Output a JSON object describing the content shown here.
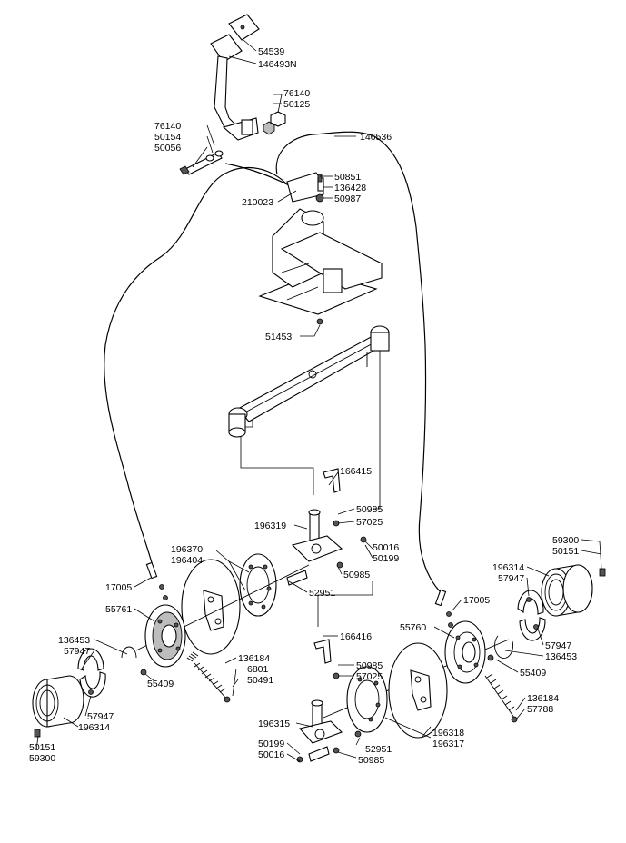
{
  "labels": {
    "l54539": "54539",
    "l146493N": "146493N",
    "l76140a": "76140",
    "l50125": "50125",
    "l76140b": "76140",
    "l50154": "50154",
    "l50056": "50056",
    "l146536": "146536",
    "l50851": "50851",
    "l136428": "136428",
    "l210023": "210023",
    "l50987": "50987",
    "l51453": "51453",
    "l166415": "166415",
    "l50985a": "50985",
    "l57025a": "57025",
    "l196319": "196319",
    "l50016a": "50016",
    "l50199a": "50199",
    "l50985b": "50985",
    "l196370": "196370",
    "l196404": "196404",
    "l52951a": "52951",
    "l17005a": "17005",
    "l55761": "55761",
    "l136453a": "136453",
    "l57947a": "57947",
    "l55409a": "55409",
    "l136184a": "136184",
    "l6801": "6801",
    "l50491": "50491",
    "l57947b": "57947",
    "l196314a": "196314",
    "l50151a": "50151",
    "l59300a": "59300",
    "l166416": "166416",
    "l50985c": "50985",
    "l57025b": "57025",
    "l196315": "196315",
    "l52951b": "52951",
    "l50199b": "50199",
    "l50016b": "50016",
    "l50985d": "50985",
    "l196318": "196318",
    "l196317": "196317",
    "l55760": "55760",
    "l17005b": "17005",
    "l59300b": "59300",
    "l50151b": "50151",
    "l196314b": "196314",
    "l57947c": "57947",
    "l57947d": "57947",
    "l136453b": "136453",
    "l55409b": "55409",
    "l136184b": "136184",
    "l57788": "57788"
  }
}
